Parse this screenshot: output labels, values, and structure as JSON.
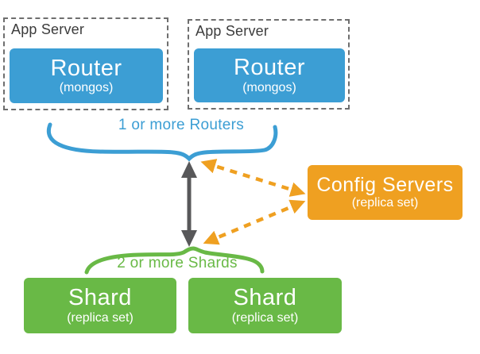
{
  "colors": {
    "blue": "#3c9ed4",
    "green": "#69b946",
    "orange": "#efa021",
    "arrow_gray": "#58585a",
    "border_gray": "#6e6e6e",
    "label_text": "#3c3c3c"
  },
  "app_servers": [
    {
      "label": "App Server",
      "router": {
        "title": "Router",
        "subtitle": "(mongos)"
      }
    },
    {
      "label": "App Server",
      "router": {
        "title": "Router",
        "subtitle": "(mongos)"
      }
    }
  ],
  "labels": {
    "routers_brace": "1 or more Routers",
    "shards_brace": "2 or more Shards"
  },
  "config_servers": {
    "title": "Config Servers",
    "subtitle": "(replica set)"
  },
  "shards": [
    {
      "title": "Shard",
      "subtitle": "(replica set)"
    },
    {
      "title": "Shard",
      "subtitle": "(replica set)"
    }
  ]
}
